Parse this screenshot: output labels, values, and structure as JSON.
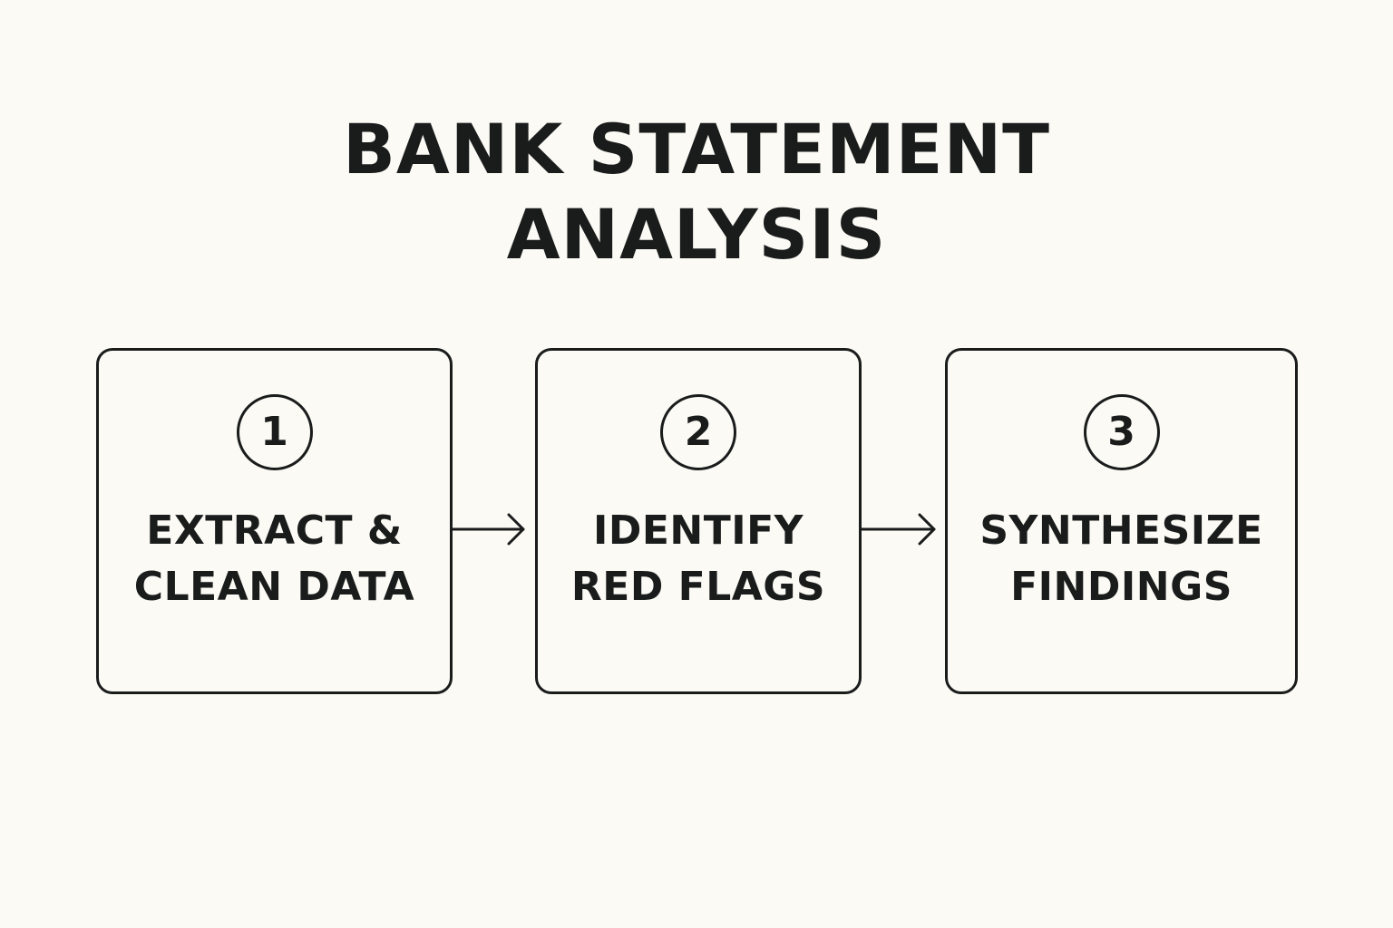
{
  "title": {
    "line1": "BANK STATEMENT",
    "line2": "ANALYSIS"
  },
  "steps": [
    {
      "number": "1",
      "line1": "EXTRACT &",
      "line2": "CLEAN DATA"
    },
    {
      "number": "2",
      "line1": "IDENTIFY",
      "line2": "RED FLAGS"
    },
    {
      "number": "3",
      "line1": "SYNTHESIZE",
      "line2": "FINDINGS"
    }
  ],
  "colors": {
    "background": "#fbfaf5",
    "ink": "#1a1c1c"
  }
}
